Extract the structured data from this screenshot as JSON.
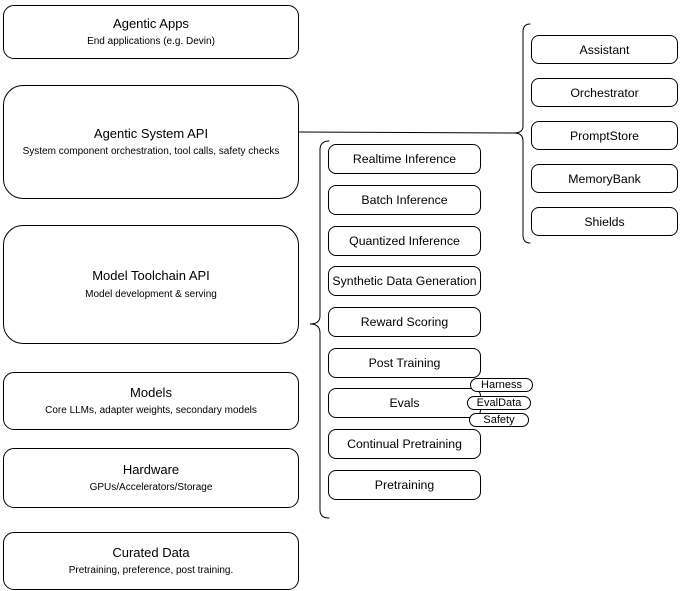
{
  "colors": {
    "stroke": "#000000",
    "fill": "#ffffff",
    "text": "#000000"
  },
  "left_stack": [
    {
      "title": "Agentic Apps",
      "subtitle": "End applications (e.g. Devin)"
    },
    {
      "title": "Agentic System API",
      "subtitle": "System component orchestration, tool calls, safety checks"
    },
    {
      "title": "Model Toolchain API",
      "subtitle": "Model development & serving"
    },
    {
      "title": "Models",
      "subtitle": "Core LLMs, adapter weights, secondary models"
    },
    {
      "title": "Hardware",
      "subtitle": "GPUs/Accelerators/Storage"
    },
    {
      "title": "Curated Data",
      "subtitle": "Pretraining, preference, post training."
    }
  ],
  "model_toolchain_services": [
    "Realtime Inference",
    "Batch Inference",
    "Quantized Inference",
    "Synthetic Data Generation",
    "Reward Scoring",
    "Post Training",
    "Evals",
    "Continual Pretraining",
    "Pretraining"
  ],
  "evals_components": [
    "Harness",
    "EvalData",
    "Safety"
  ],
  "agentic_system_components": [
    "Assistant",
    "Orchestrator",
    "PromptStore",
    "MemoryBank",
    "Shields"
  ]
}
